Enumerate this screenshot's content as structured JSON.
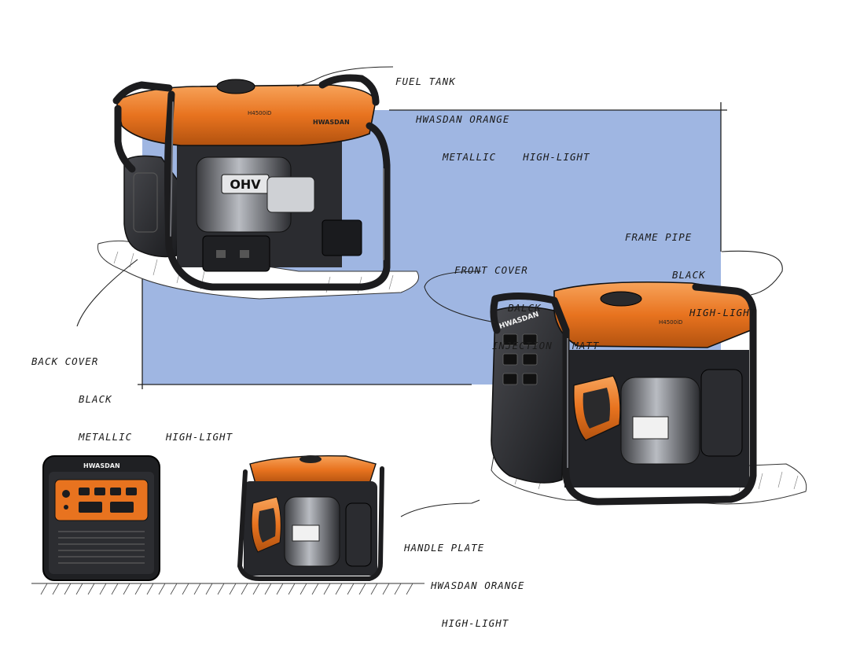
{
  "labels": {
    "fuel_tank": [
      "FUEL TANK",
      "HWASDAN ORANGE",
      "METALLIC    HIGH-LIGHT"
    ],
    "frame_pipe": [
      "FRAME PIPE",
      "BLACK",
      "HIGH-LIGHT"
    ],
    "front_cover": [
      "FRONT COVER",
      "BALCK",
      "INJECTION   MATT"
    ],
    "back_cover": [
      "BACK COVER",
      "BLACK",
      "METALLIC     HIGH-LIGHT"
    ],
    "handle_plate": [
      "HANDLE PLATE",
      "HWASDAN ORANGE",
      "HIGH-LIGHT"
    ]
  },
  "product": {
    "brand": "HWASDAN",
    "model": "H4500iD",
    "engine_badge": "OHV"
  },
  "colors": {
    "background": "#ffffff",
    "panel_blue": "#9fb6e2",
    "hwasdan_orange": "#e8731f",
    "frame_black": "#1c1c1e",
    "cover_gray": "#2e2f33"
  }
}
